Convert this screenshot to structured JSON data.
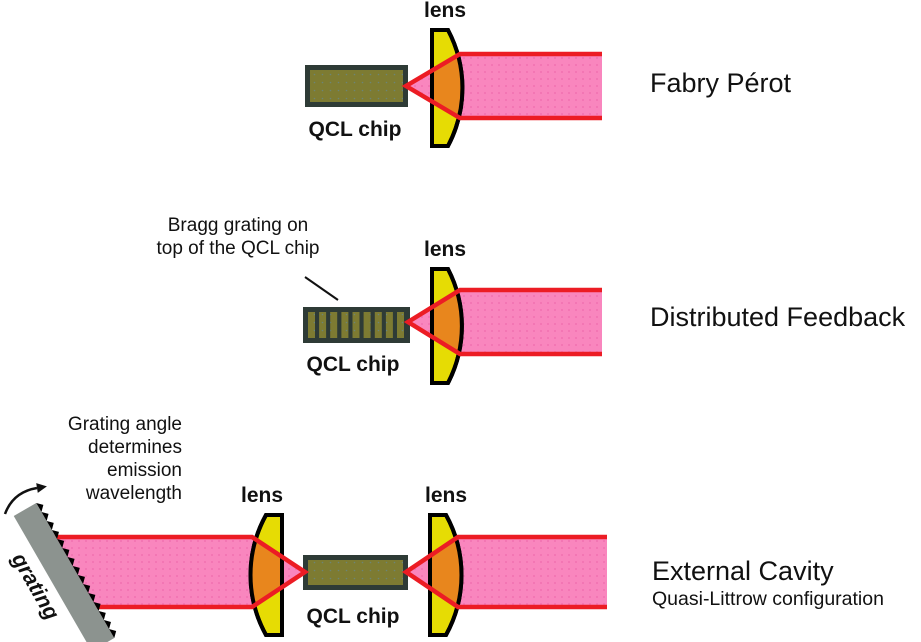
{
  "figure": {
    "type": "scientific-diagram",
    "topic": "Quantum cascade laser (QCL) configurations",
    "colors": {
      "beam_pink": "#F986BE",
      "beam_outline_red": "#EC1C24",
      "lens_yellow": "#E6DC04",
      "lens_beam_overlap_orange": "#E8861D",
      "chip_olive": "#7D7B32",
      "chip_border": "#2E3B36",
      "grating_gray": "#8C938F",
      "text_black": "#111111"
    },
    "panels": [
      {
        "title": "Fabry Pérot",
        "lens_label": "lens",
        "chip_label": "QCL chip"
      },
      {
        "title": "Distributed Feedback",
        "lens_label": "lens",
        "chip_label": "QCL chip",
        "annotation": "Bragg grating on\ntop of the QCL chip"
      },
      {
        "title": "External Cavity",
        "subtitle": "Quasi-Littrow configuration",
        "lens_label_left": "lens",
        "lens_label_right": "lens",
        "chip_label": "QCL chip",
        "grating_label": "grating",
        "annotation": "Grating angle\ndetermines\nemission\nwavelength"
      }
    ]
  }
}
